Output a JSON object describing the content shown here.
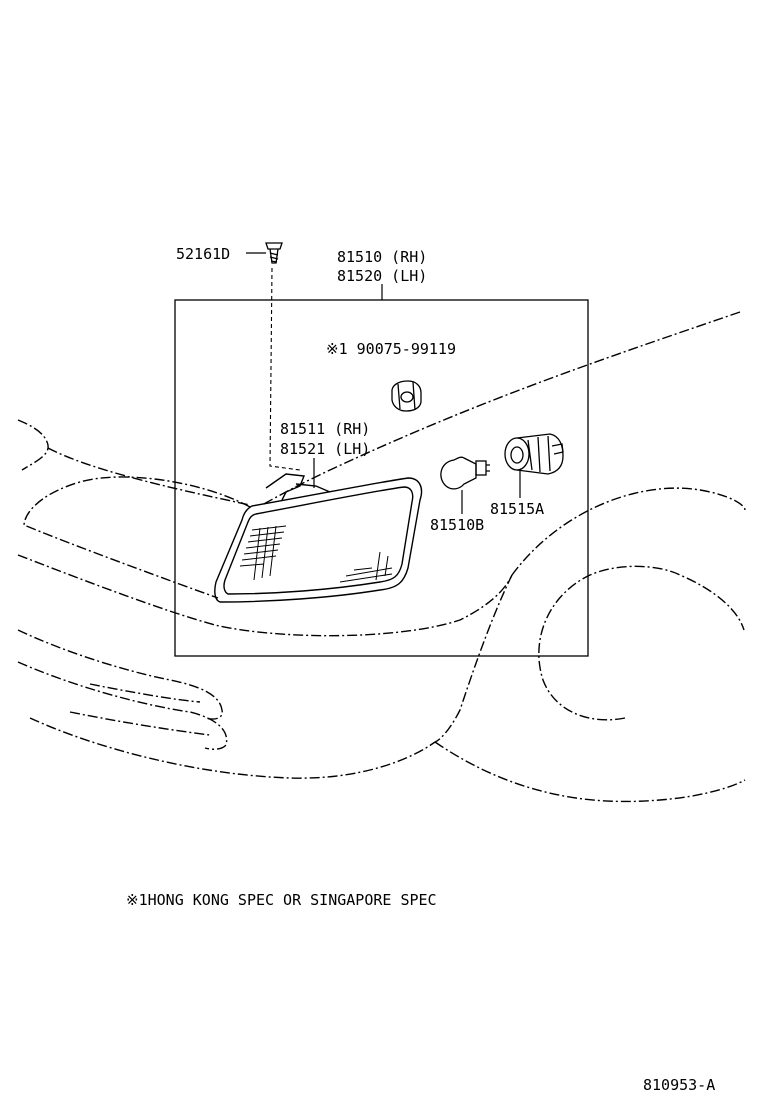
{
  "colors": {
    "ink": "#000000",
    "paper": "#ffffff"
  },
  "labels": {
    "part_52161d": "52161D",
    "part_81510_rh": "81510 (RH)",
    "part_81520_lh": "81520 (LH)",
    "part_90075": "※1 90075-99119",
    "part_81511_rh": "81511 (RH)",
    "part_81521_lh": "81521 (LH)",
    "part_81510b": "81510B",
    "part_81515a": "81515A"
  },
  "footnote": "※1HONG KONG SPEC OR SINGAPORE SPEC",
  "figure_code": "810953-A"
}
